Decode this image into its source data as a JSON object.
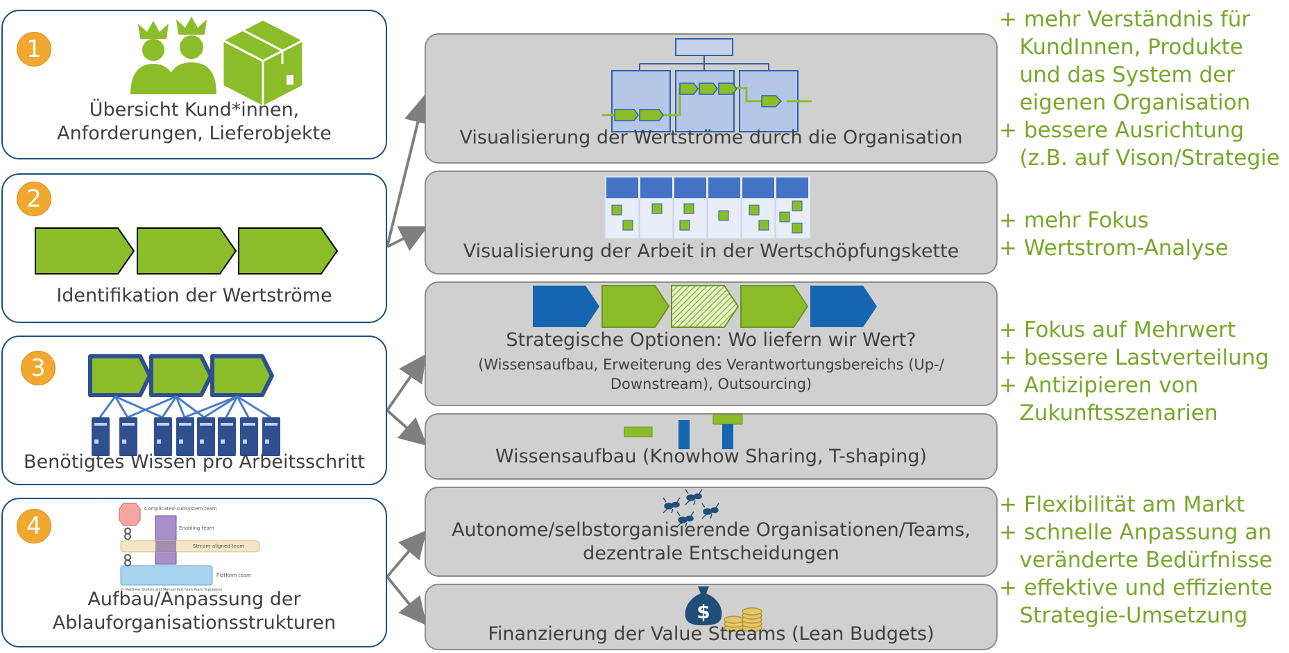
{
  "steps": [
    {
      "num": "1",
      "label_lines": [
        "Übersicht Kund*innen,",
        "Anforderungen, Lieferobjekte"
      ]
    },
    {
      "num": "2",
      "label_lines": [
        "Identifikation der Wertströme"
      ]
    },
    {
      "num": "3",
      "label_lines": [
        "Benötigtes Wissen pro Arbeitsschritt"
      ]
    },
    {
      "num": "4",
      "label_lines": [
        "Aufbau/Anpassung der",
        "Ablauforganisationsstrukturen"
      ]
    }
  ],
  "actions": [
    {
      "label": "Visualisierung der Wertströme durch die Organisation"
    },
    {
      "label": "Visualisierung der Arbeit in der Wertschöpfungskette"
    },
    {
      "label": "Strategische Optionen: Wo liefern wir Wert?",
      "sub_lines": [
        "(Wissensaufbau, Erweiterung des Verantwortungsbereichs (Up-/",
        "Downstream), Outsourcing)"
      ]
    },
    {
      "label": "Wissensaufbau (Knowhow Sharing, T-shaping)"
    },
    {
      "label_lines": [
        "Autonome/selbstorganisierende Organisationen/Teams,",
        "dezentrale Entscheidungen"
      ]
    },
    {
      "label": "Finanzierung der Value Streams (Lean Budgets)"
    }
  ],
  "benefits": [
    [
      "+ mehr Verständnis für",
      "   KundInnen, Produkte",
      "   und das System der",
      "   eigenen Organisation",
      "+ bessere Ausrichtung",
      "   (z.B. auf Vison/Strategie"
    ],
    [
      "+ mehr Fokus",
      "+ Wertstrom-Analyse"
    ],
    [
      "+ Fokus auf Mehrwert",
      "+ bessere Lastverteilung",
      "+ Antizipieren von",
      "   Zukunftsszenarien"
    ],
    [
      "+ Flexibilität am Markt",
      "+ schnelle Anpassung an",
      "   veränderte Bedürfnisse",
      "+ effektive und effiziente",
      "   Strategie-Umsetzung"
    ]
  ],
  "team_topologies": {
    "labels": [
      "Complicated-subsystem team",
      "Enabling team",
      "Stream-aligned team",
      "Platform team"
    ],
    "credit": "© Matthew Skelton and Manuel Pais from Team Topologies"
  },
  "icons": [
    "crown-people-icon",
    "package-box-icon",
    "value-stream-chevrons-icon",
    "org-chart-flow-icon",
    "kanban-board-icon",
    "strategy-chevrons-icon",
    "server-knowledge-icon",
    "t-shape-icon",
    "team-topologies-diagram",
    "ants-icon",
    "money-bag-icon",
    "coins-icon",
    "dollar-symbol"
  ],
  "colors": {
    "accent_green": "#8bbd2a",
    "benefit_green": "#77a82a",
    "blue": "#1565b0",
    "navy": "#1f4e79",
    "badge": "#f0a830",
    "grey_box": "#d0d0d0"
  }
}
